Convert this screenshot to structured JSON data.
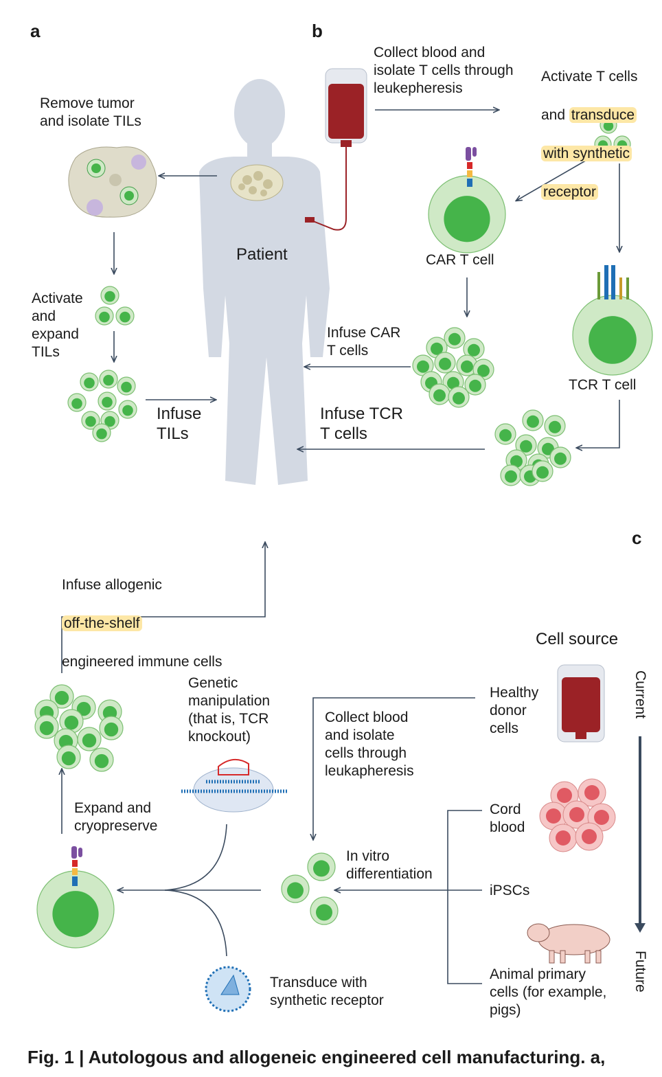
{
  "panels": {
    "a": "a",
    "b": "b",
    "c": "c"
  },
  "patient_label": "Patient",
  "panel_a": {
    "remove_tumor": "Remove tumor\nand isolate TILs",
    "activate_expand": "Activate\nand\nexpand\nTILs",
    "infuse_tils": "Infuse\nTILs"
  },
  "panel_b": {
    "collect_blood": "Collect blood and\nisolate T cells through\nleukepheresis",
    "activate_line1": "Activate T cells",
    "activate_and": "and ",
    "activate_highlight_1": "transduce",
    "activate_highlight_2": "with synthetic",
    "activate_highlight_3": "receptor",
    "car_t_cell": "CAR T cell",
    "tcr_t_cell": "TCR T cell",
    "infuse_car": "Infuse CAR\nT cells",
    "infuse_tcr": "Infuse TCR\nT cells"
  },
  "panel_c": {
    "infuse_allogenic_1": "Infuse allogenic",
    "infuse_allogenic_highlight": "off-the-shelf",
    "infuse_allogenic_3": "engineered immune cells",
    "cell_source": "Cell source",
    "current": "Current",
    "future": "Future",
    "healthy_donor": "Healthy\ndonor\ncells",
    "genetic_manipulation": "Genetic\nmanipulation\n(that is, TCR\nknockout)",
    "collect_blood": "Collect blood\nand isolate\ncells through\nleukapheresis",
    "cord_blood": "Cord\nblood",
    "expand_cryo": "Expand and\ncryopreserve",
    "in_vitro": "In vitro\ndifferentiation",
    "ipscs": "iPSCs",
    "transduce": "Transduce with\nsynthetic receptor",
    "animal": "Animal primary\ncells (for example,\npigs)"
  },
  "caption": "Fig. 1 | Autologous and allogeneic engineered cell manufacturing. a,",
  "colors": {
    "cell_light": "#cfe9c6",
    "cell_dark": "#45b44a",
    "silhouette": "#d3d9e3",
    "blood_bag": "#9b2226",
    "arrow": "#3a4a5e",
    "highlight": "#fde7a6"
  }
}
